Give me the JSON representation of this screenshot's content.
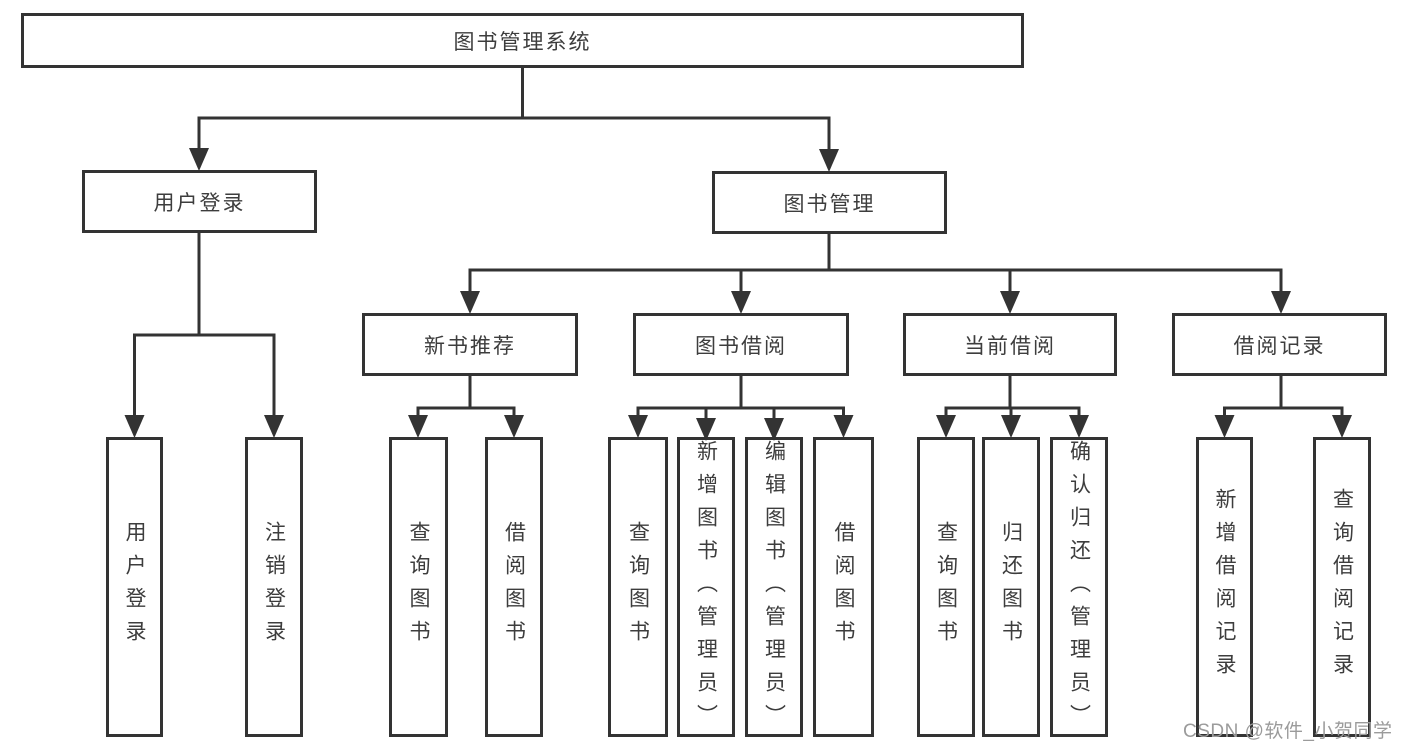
{
  "tree": {
    "label": "图书管理系统",
    "children": [
      {
        "label": "用户登录",
        "children": [
          {
            "label": "用户登录"
          },
          {
            "label": "注销登录"
          }
        ]
      },
      {
        "label": "图书管理",
        "children": [
          {
            "label": "新书推荐",
            "children": [
              {
                "label": "查询图书"
              },
              {
                "label": "借阅图书"
              }
            ]
          },
          {
            "label": "图书借阅",
            "children": [
              {
                "label": "查询图书"
              },
              {
                "label": "新增图书（管理员）"
              },
              {
                "label": "编辑图书（管理员）"
              },
              {
                "label": "借阅图书"
              }
            ]
          },
          {
            "label": "当前借阅",
            "children": [
              {
                "label": "查询图书"
              },
              {
                "label": "归还图书"
              },
              {
                "label": "确认归还（管理员）"
              }
            ]
          },
          {
            "label": "借阅记录",
            "children": [
              {
                "label": "新增借阅记录"
              },
              {
                "label": "查询借阅记录"
              }
            ]
          }
        ]
      }
    ]
  },
  "watermark": "CSDN @软件_小贺同学",
  "colors": {
    "line": "#333333",
    "text": "#3d3d3d",
    "box_fill": "#ffffff",
    "background": "#ffffff",
    "watermark": "#9b9b9b"
  }
}
